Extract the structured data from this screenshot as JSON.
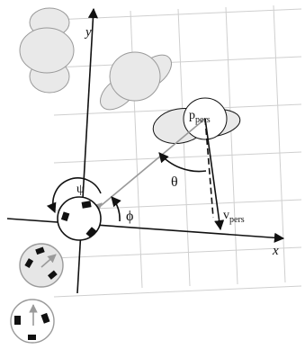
{
  "labels": {
    "x_axis": "x",
    "y_axis": "y",
    "person_p": "p",
    "person_p_sub": "pers",
    "theta": "θ",
    "phi": "ϕ",
    "psi": "ψ",
    "velocity_v": "v",
    "velocity_v_sub": "pers"
  },
  "colors": {
    "ink": "#111111",
    "grid": "#cfcfcf",
    "ghost_fill": "#e9e9e9",
    "ghost_stroke": "#9a9a9a",
    "robot_fill": "#ffffff",
    "ghost_robot_fill": "#e6e6e6",
    "connector": "#9a9a9a"
  }
}
